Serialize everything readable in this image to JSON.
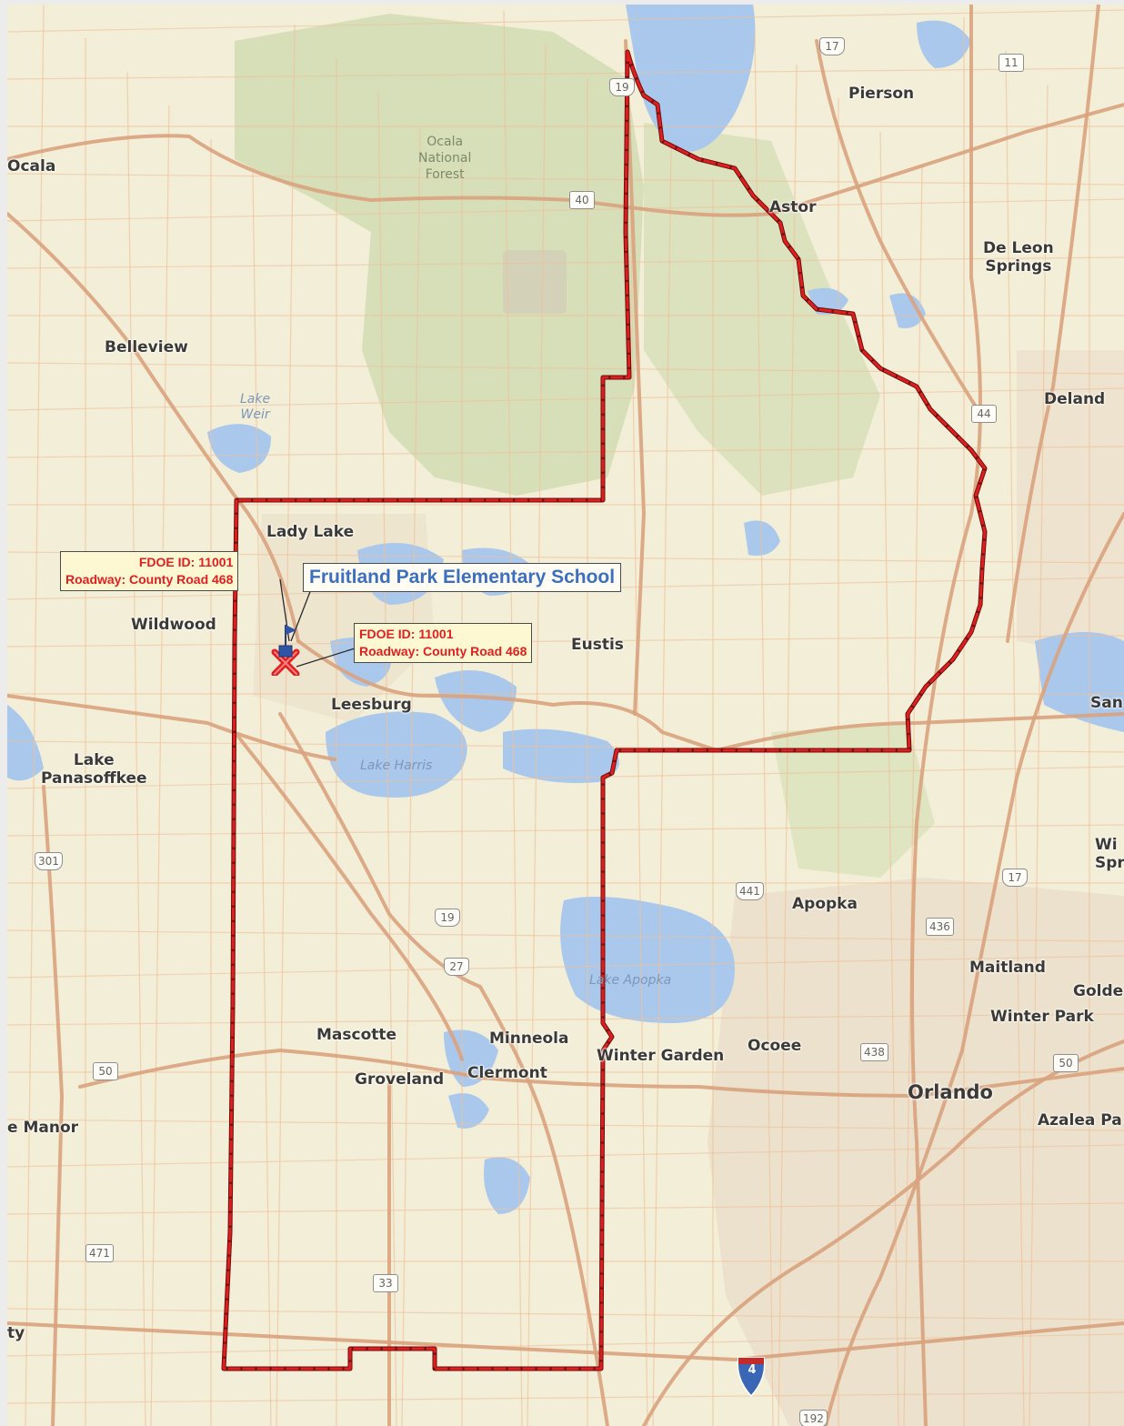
{
  "map": {
    "colors": {
      "land": "#f3eed7",
      "forest": "#d6dfb8",
      "water": "#a9c8ec",
      "urban": "#e9dcc8",
      "major_road": "#d9a27e",
      "minor_road": "#efc09a",
      "boundary": "#e01e1e",
      "school_label": "#3c6fbf",
      "callout_text": "#e02020"
    },
    "towns": [
      {
        "id": "pierson",
        "label": "Pierson"
      },
      {
        "id": "ocala",
        "label": "Ocala"
      },
      {
        "id": "astor",
        "label": "Astor"
      },
      {
        "id": "de-leon-springs",
        "label": "De Leon\nSprings"
      },
      {
        "id": "belleview",
        "label": "Belleview"
      },
      {
        "id": "deland",
        "label": "Deland"
      },
      {
        "id": "lady-lake",
        "label": "Lady Lake"
      },
      {
        "id": "wildwood",
        "label": "Wildwood"
      },
      {
        "id": "eustis",
        "label": "Eustis"
      },
      {
        "id": "leesburg",
        "label": "Leesburg"
      },
      {
        "id": "sanford",
        "label": "San"
      },
      {
        "id": "lake-panasoffkee",
        "label": "Lake\nPanasoffkee"
      },
      {
        "id": "winter-springs",
        "label": "Wi\nSpr"
      },
      {
        "id": "apopka",
        "label": "Apopka"
      },
      {
        "id": "maitland",
        "label": "Maitland"
      },
      {
        "id": "goldenrod",
        "label": "Golde"
      },
      {
        "id": "winter-park",
        "label": "Winter Park"
      },
      {
        "id": "mascotte",
        "label": "Mascotte"
      },
      {
        "id": "minneola",
        "label": "Minneola"
      },
      {
        "id": "winter-garden",
        "label": "Winter Garden"
      },
      {
        "id": "ocoee",
        "label": "Ocoee"
      },
      {
        "id": "groveland",
        "label": "Groveland"
      },
      {
        "id": "clermont",
        "label": "Clermont"
      },
      {
        "id": "orlando",
        "label": "Orlando"
      },
      {
        "id": "azalea-park",
        "label": "Azalea Pa"
      },
      {
        "id": "manor",
        "label": "e Manor"
      },
      {
        "id": "county",
        "label": "ty"
      }
    ],
    "water_labels": [
      {
        "id": "lake-weir",
        "label": "Lake\nWeir"
      },
      {
        "id": "lake-harris",
        "label": "Lake Harris"
      },
      {
        "id": "lake-apopka",
        "label": "Lake Apopka"
      }
    ],
    "forest_label": "Ocala\nNational\nForest",
    "route_shields": [
      {
        "id": "us17-north",
        "label": "17",
        "kind": "us"
      },
      {
        "id": "sr11",
        "label": "11",
        "kind": "state"
      },
      {
        "id": "us19-north",
        "label": "19",
        "kind": "us"
      },
      {
        "id": "sr40",
        "label": "40",
        "kind": "state"
      },
      {
        "id": "sr44",
        "label": "44",
        "kind": "state"
      },
      {
        "id": "us301",
        "label": "301",
        "kind": "us"
      },
      {
        "id": "us17-south",
        "label": "17",
        "kind": "us"
      },
      {
        "id": "us441",
        "label": "441",
        "kind": "us"
      },
      {
        "id": "us19-south",
        "label": "19",
        "kind": "us"
      },
      {
        "id": "sr436",
        "label": "436",
        "kind": "state"
      },
      {
        "id": "us27",
        "label": "27",
        "kind": "us"
      },
      {
        "id": "sr438",
        "label": "438",
        "kind": "state"
      },
      {
        "id": "sr50-west",
        "label": "50",
        "kind": "state"
      },
      {
        "id": "sr50-east",
        "label": "50",
        "kind": "state"
      },
      {
        "id": "sr471",
        "label": "471",
        "kind": "state"
      },
      {
        "id": "sr33",
        "label": "33",
        "kind": "state"
      },
      {
        "id": "i4",
        "label": "4",
        "kind": "interstate"
      },
      {
        "id": "us192",
        "label": "192",
        "kind": "us"
      }
    ],
    "school": {
      "name": "Fruitland Park Elementary School"
    },
    "callouts": [
      {
        "id": "callout-upper",
        "line1": "FDOE ID: 11001",
        "line2": "Roadway: County Road 468"
      },
      {
        "id": "callout-lower",
        "line1": "FDOE ID: 11001",
        "line2": "Roadway: County Road 468"
      }
    ]
  }
}
